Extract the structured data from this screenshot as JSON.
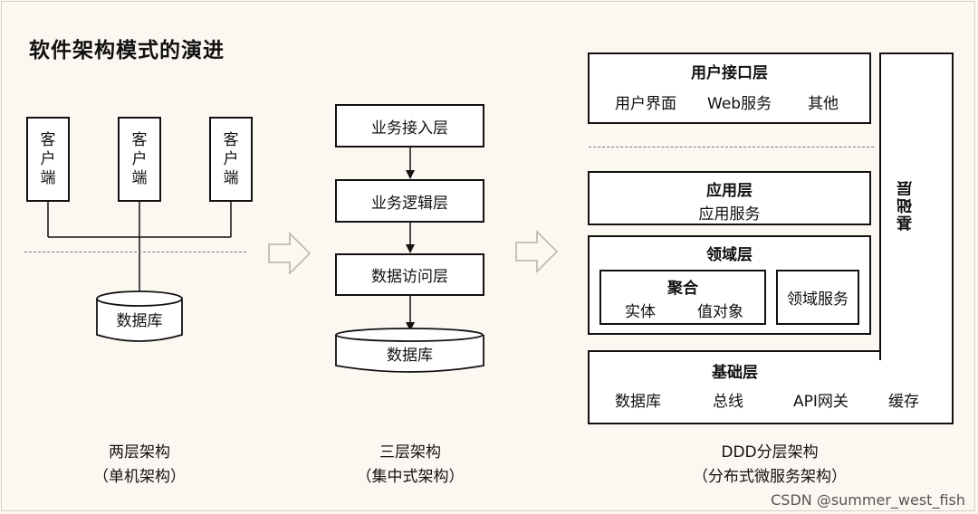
{
  "title": "软件架构模式的演进",
  "two_tier": {
    "clients": [
      {
        "chars": [
          "客",
          "户",
          "端"
        ]
      },
      {
        "chars": [
          "客",
          "户",
          "端"
        ]
      },
      {
        "chars": [
          "客",
          "户",
          "端"
        ]
      }
    ],
    "database": "数据库",
    "caption_line1": "两层架构",
    "caption_line2": "（单机架构）"
  },
  "three_tier": {
    "layers": [
      "业务接入层",
      "业务逻辑层",
      "数据访问层"
    ],
    "database": "数据库",
    "caption_line1": "三层架构",
    "caption_line2": "（集中式架构）"
  },
  "ddd": {
    "user_interface": {
      "title": "用户接口层",
      "items": [
        "用户界面",
        "Web服务",
        "其他"
      ]
    },
    "application": {
      "title": "应用层",
      "item": "应用服务"
    },
    "domain": {
      "title": "领域层",
      "aggregate": {
        "title": "聚合",
        "items": [
          "实体",
          "值对象"
        ]
      },
      "domain_service": "领域服务"
    },
    "infrastructure": {
      "title": "基础层",
      "items": [
        "数据库",
        "总线",
        "API网关",
        "缓存"
      ]
    },
    "side_label": "基础层",
    "caption_line1": "DDD分层架构",
    "caption_line2": "（分布式微服务架构）"
  },
  "watermark": "CSDN @summer_west_fish",
  "colors": {
    "background": "#fdf7f2",
    "arrow": "#b8b0a8",
    "border": "#111111"
  }
}
